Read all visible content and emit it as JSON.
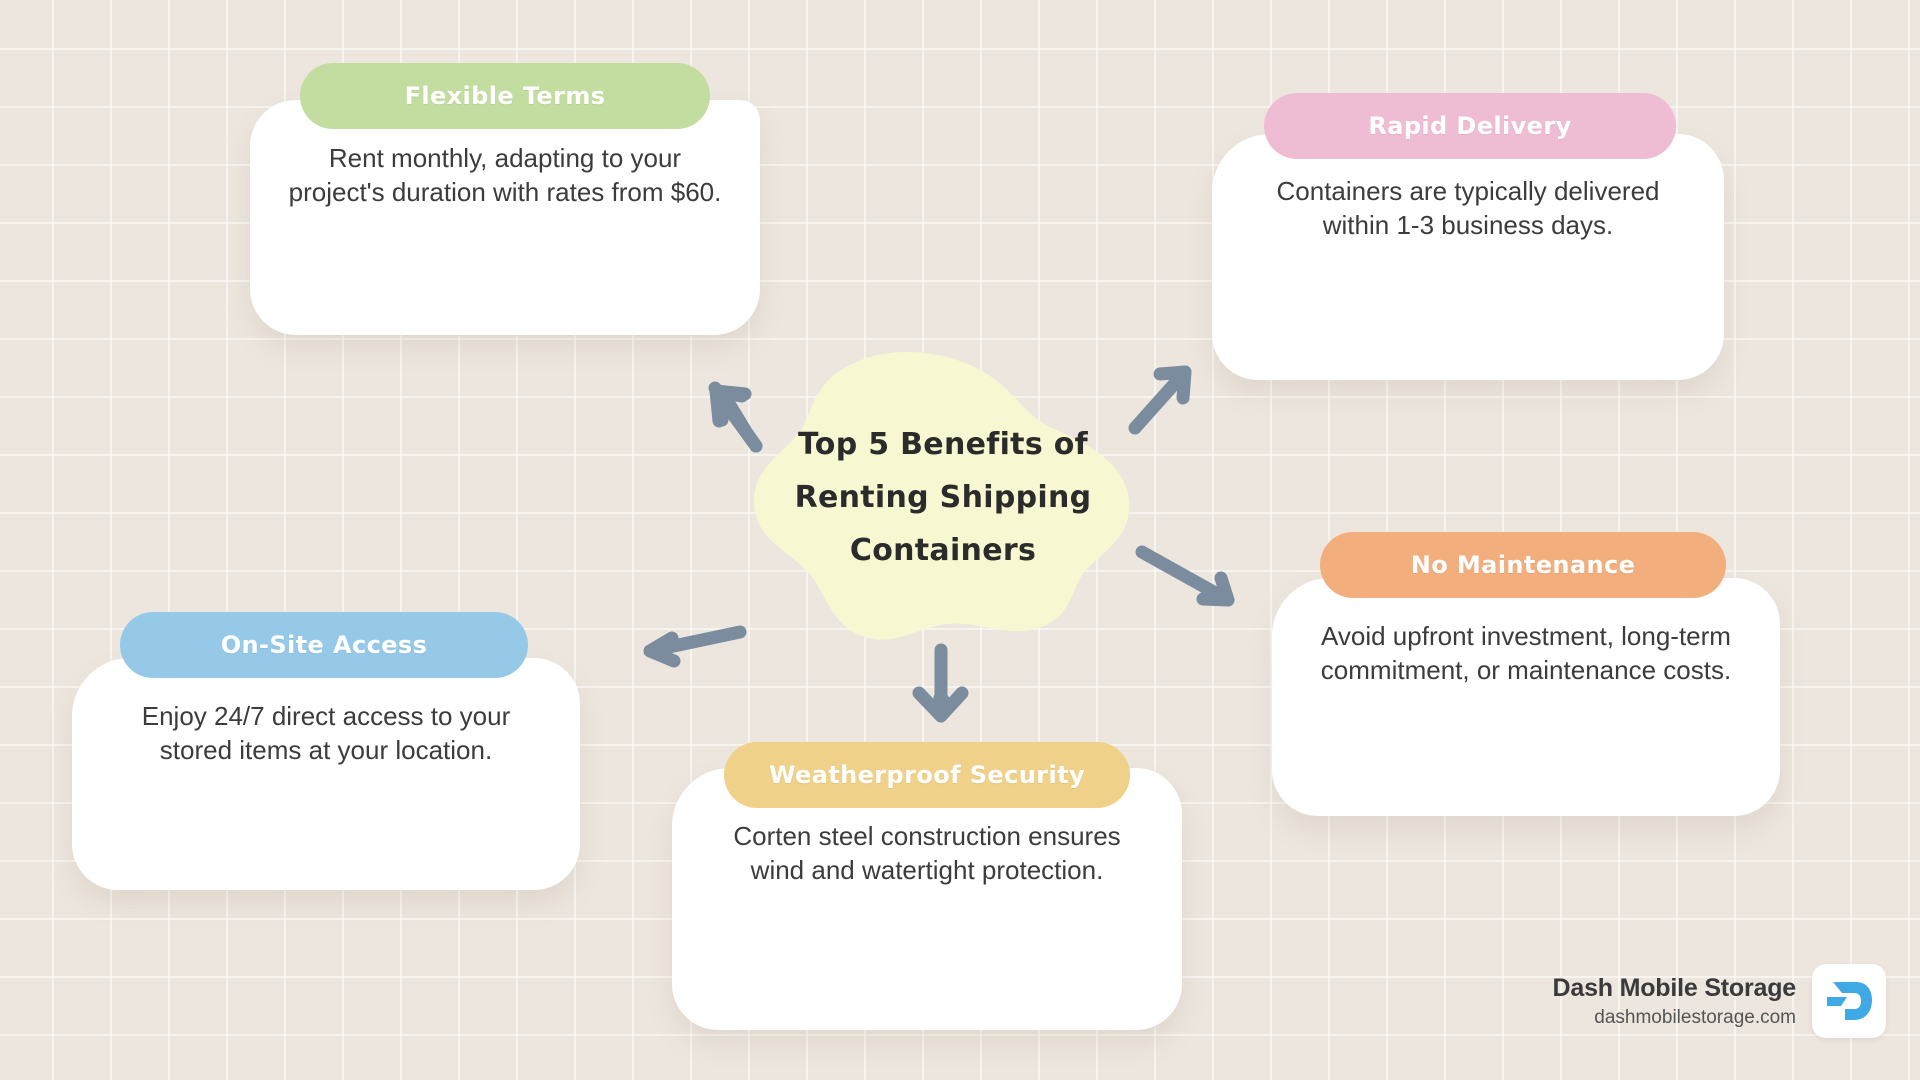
{
  "infographic": {
    "center": {
      "lines": [
        "Top 5 Benefits of",
        "Renting Shipping",
        "Containers"
      ],
      "blob_color": "#F7F7D2"
    },
    "background_color": "#EDE6DE",
    "arrow_color": "#7A8C9E",
    "cards": [
      {
        "id": "flexible",
        "title": "Flexible Terms",
        "body": "Rent monthly, adapting to your project's duration with rates from $60.",
        "accent_color": "#C3DDA0"
      },
      {
        "id": "rapid",
        "title": "Rapid Delivery",
        "body": "Containers are typically delivered within 1-3 business days.",
        "accent_color": "#EFBDD3"
      },
      {
        "id": "nomaint",
        "title": "No Maintenance",
        "body": "Avoid upfront investment, long-term commitment, or maintenance costs.",
        "accent_color": "#F2AF7D"
      },
      {
        "id": "weather",
        "title": "Weatherproof Security",
        "body": "Corten steel construction ensures wind and watertight protection.",
        "accent_color": "#EFD189"
      },
      {
        "id": "onsite",
        "title": "On-Site Access",
        "body": "Enjoy 24/7 direct access to your stored items at your location.",
        "accent_color": "#96C9E8"
      }
    ]
  },
  "branding": {
    "name": "Dash Mobile Storage",
    "url": "dashmobilestorage.com",
    "logo_color": "#3FA9E5",
    "logo_glyph": "dash-d-logo"
  }
}
